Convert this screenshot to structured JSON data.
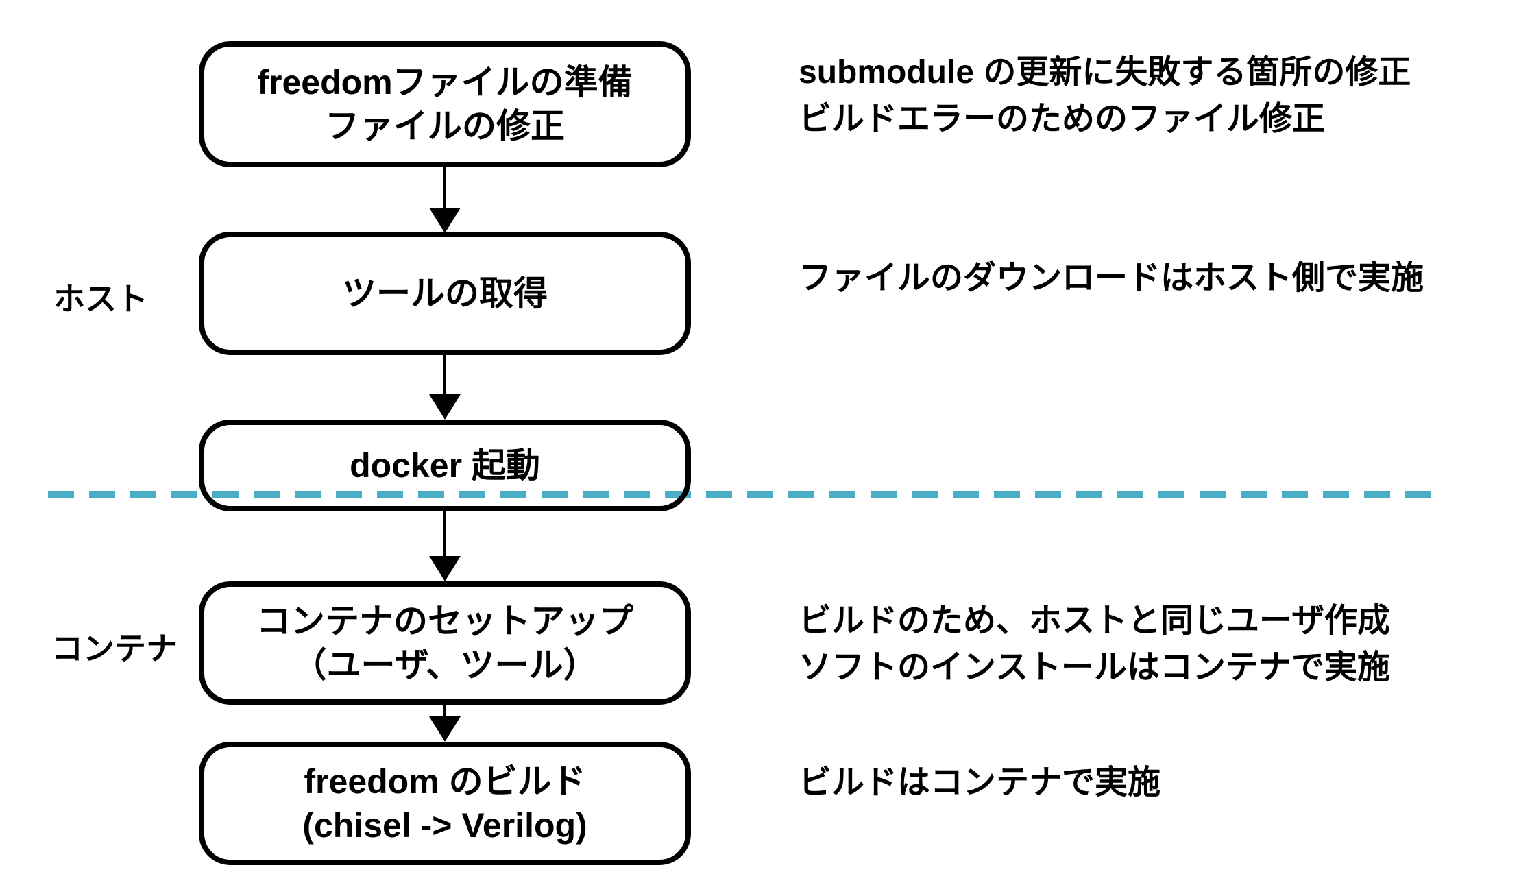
{
  "diagram": {
    "divider_color": "#4BACC6",
    "box_border_color": "#000000",
    "text_color": "#000000",
    "background_color": "#ffffff",
    "lane_labels": {
      "host": "ホスト",
      "container": "コンテナ"
    },
    "boxes": [
      {
        "id": "freedom-prep",
        "lines": [
          "freedomファイルの準備",
          "ファイルの修正"
        ]
      },
      {
        "id": "tool-acquire",
        "lines": [
          "ツールの取得"
        ]
      },
      {
        "id": "docker-start",
        "lines": [
          "docker 起動"
        ]
      },
      {
        "id": "container-setup",
        "lines": [
          "コンテナのセットアップ",
          "（ユーザ、ツール）"
        ]
      },
      {
        "id": "freedom-build",
        "lines": [
          "freedom のビルド",
          "(chisel -> Verilog)"
        ]
      }
    ],
    "annotations": [
      {
        "lines": [
          "submodule の更新に失敗する箇所の修正",
          "ビルドエラーのためのファイル修正"
        ]
      },
      {
        "lines": [
          "ファイルのダウンロードはホスト側で実施"
        ]
      },
      {
        "lines": [
          "ビルドのため、ホストと同じユーザ作成",
          "ソフトのインストールはコンテナで実施"
        ]
      },
      {
        "lines": [
          "ビルドはコンテナで実施"
        ]
      }
    ]
  }
}
